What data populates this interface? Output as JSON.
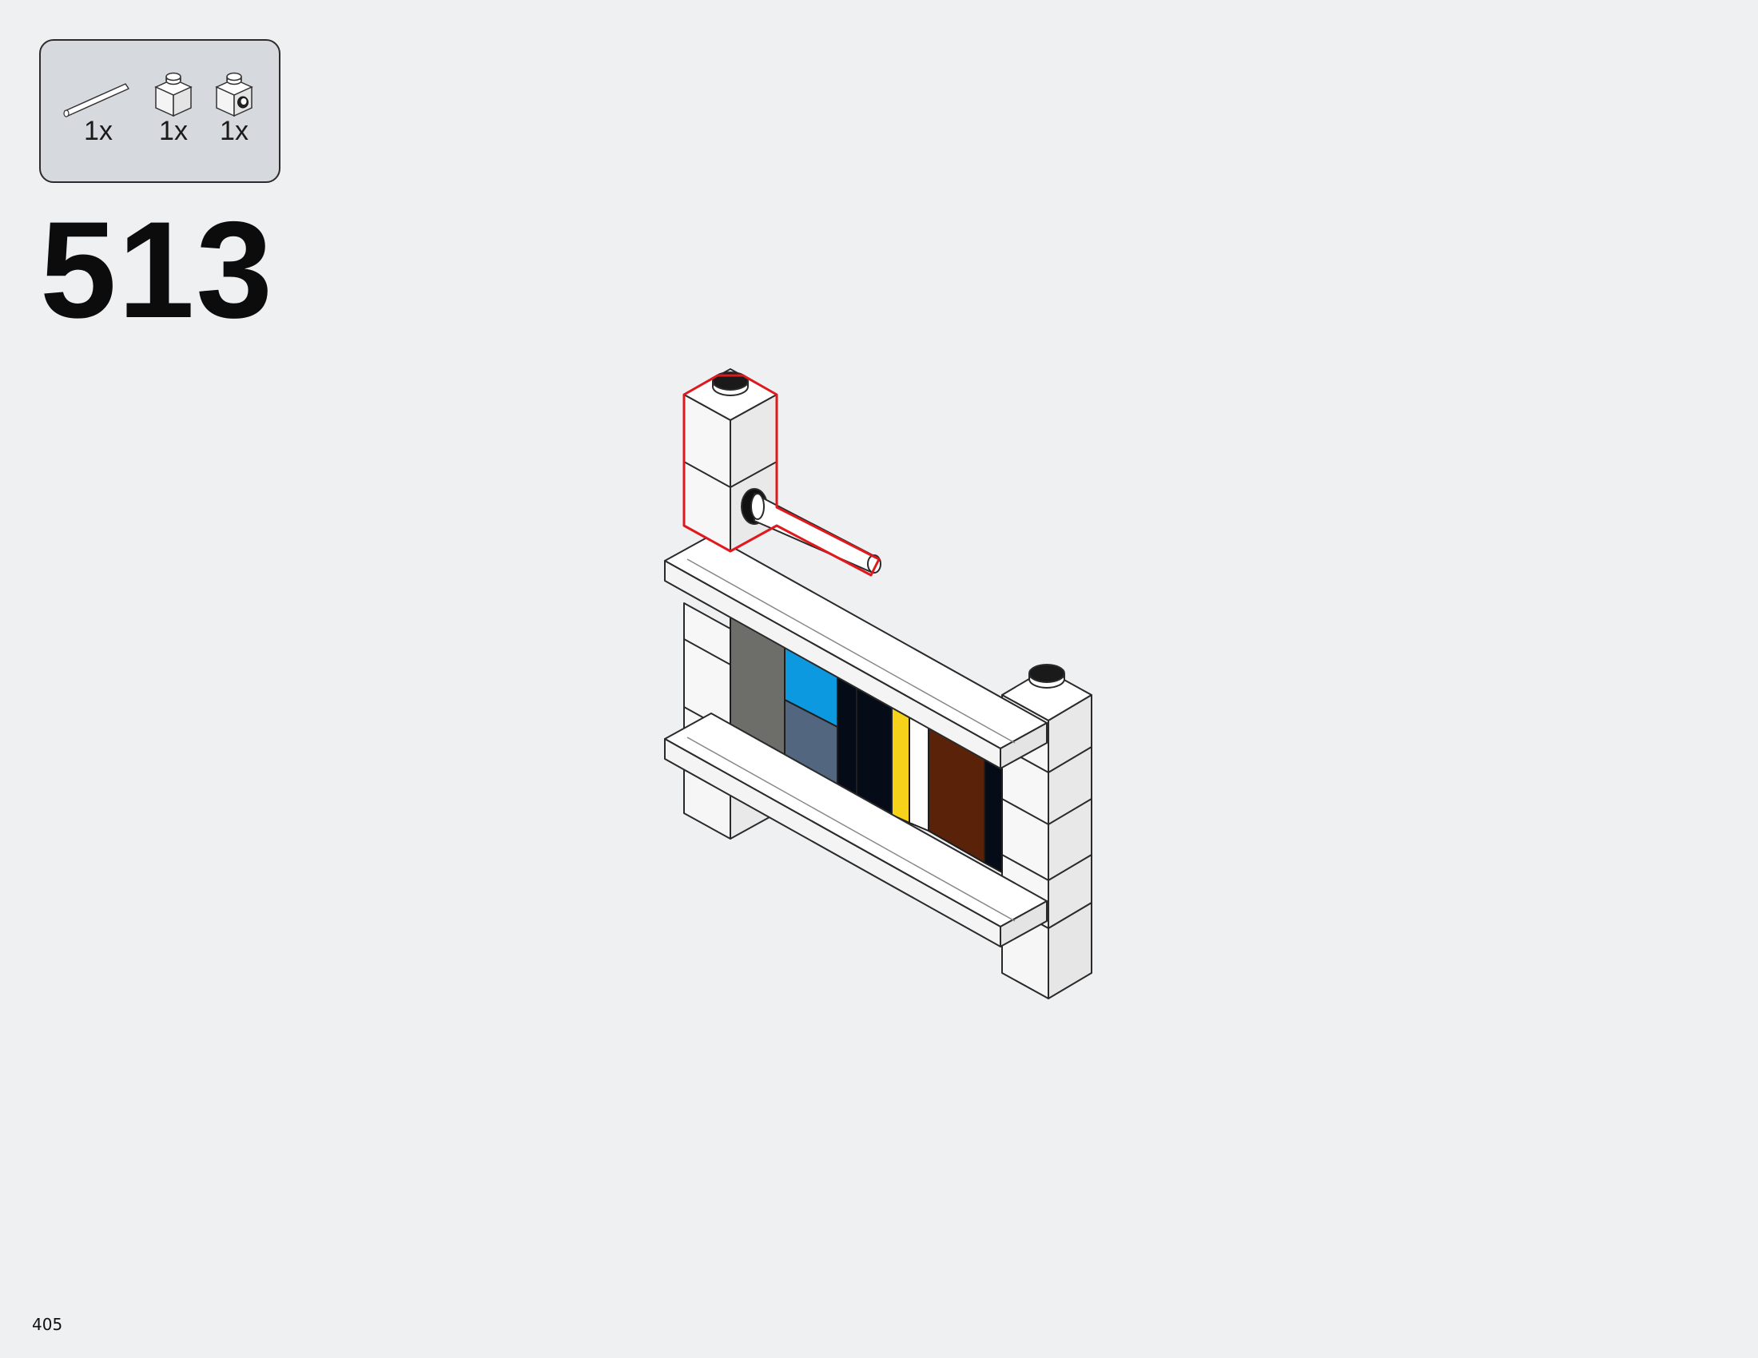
{
  "parts_list": [
    {
      "part": "bar",
      "quantity": "1x"
    },
    {
      "part": "brick-1x1",
      "quantity": "1x"
    },
    {
      "part": "brick-1x1-with-stud-on-side",
      "quantity": "1x"
    }
  ],
  "step_number": "513",
  "page_number": "405",
  "colors": {
    "background": "#eef0f2",
    "parts_box": "#d6d9dd",
    "highlight": "#e0191e",
    "panel_gray": "#6d6e69",
    "panel_blue": "#0d99e0",
    "panel_slate": "#53667f",
    "panel_black": "#050c17",
    "panel_yellow": "#f6d21a",
    "panel_brown": "#5a2208"
  },
  "icons": [
    "bar-icon",
    "brick-1x1-icon",
    "brick-1x1-side-stud-icon"
  ]
}
